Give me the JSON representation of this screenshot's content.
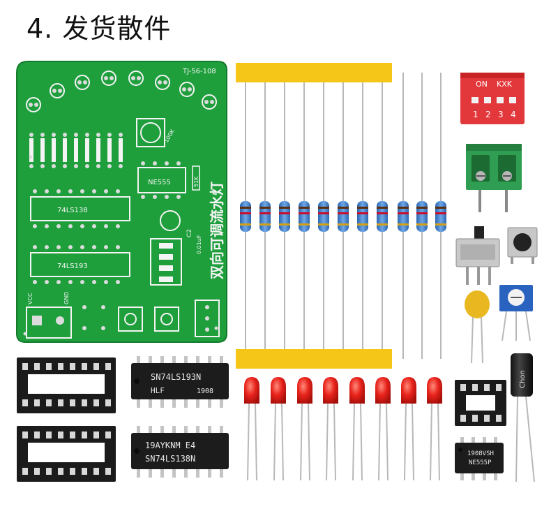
{
  "title": "4. 发货散件",
  "pcb": {
    "model": "TJ-56-108",
    "board_title": "双向可调流水灯",
    "chips": [
      "74LS138",
      "74LS193"
    ],
    "timer_chip": "NE555",
    "cap_label": "C2",
    "cap_value": "0.01uF",
    "resistor_value": "51K",
    "pot_label": "100K",
    "vcc_label": "VCC",
    "gnd_label": "GND"
  },
  "parts": {
    "dip_switch_on": "ON",
    "dip_switch_brand": "KXK",
    "dip_switch_numbers": [
      "1",
      "2",
      "3",
      "4"
    ],
    "ic_193_line1": "SN74LS193N",
    "ic_193_line2": "HLF",
    "ic_193_code": "1908",
    "ic_138_line1": "19AYKNM E4",
    "ic_138_line2": "SN74LS138N",
    "ic_555_line1": "1908VSH",
    "ic_555_line2": "NE555P",
    "electrolytic_brand": "Chon"
  },
  "colors": {
    "pcb_green": "#1e9f3c",
    "tape_yellow": "#f5c518",
    "led_red": "#e8231c"
  }
}
